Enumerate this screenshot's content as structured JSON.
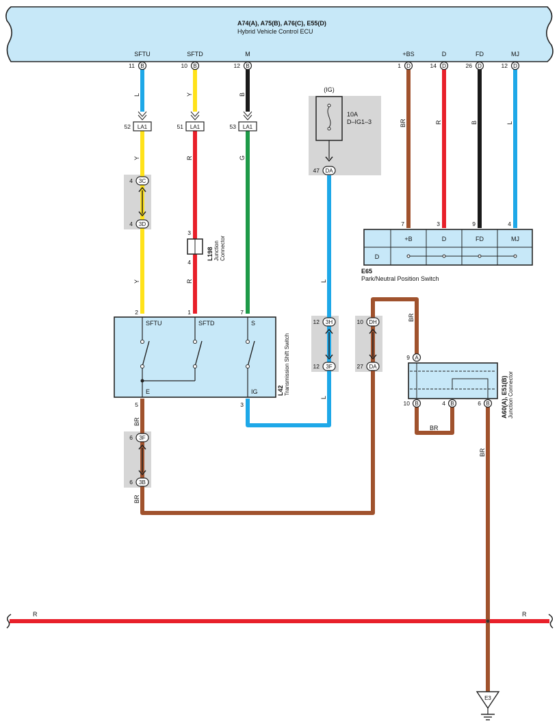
{
  "ecu": {
    "title": "A74(A), A75(B), A76(C), E55(D)",
    "subtitle": "Hybrid Vehicle Control ECU",
    "pins": [
      {
        "name": "SFTU",
        "num": "11",
        "code": "B"
      },
      {
        "name": "SFTD",
        "num": "10",
        "code": "B"
      },
      {
        "name": "M",
        "num": "12",
        "code": "B"
      },
      {
        "name": "+BS",
        "num": "1",
        "code": "D"
      },
      {
        "name": "D",
        "num": "14",
        "code": "D"
      },
      {
        "name": "FD",
        "num": "26",
        "code": "D"
      },
      {
        "name": "MJ",
        "num": "12",
        "code": "D"
      }
    ]
  },
  "wire_labels": {
    "sftu_top": "L",
    "sftd_top": "Y",
    "m_top": "B",
    "bs": "BR",
    "d": "R",
    "fd": "B",
    "mj": "L",
    "sftu_mid": "Y",
    "sftd_mid": "R",
    "m_mid": "G",
    "sftu_low": "Y",
    "sftd_low": "R",
    "ig_l1": "L",
    "ig_l2": "L",
    "e_top": "BR",
    "e_bot": "BR",
    "dh_br": "BR",
    "bridge_br": "BR",
    "b6_br": "BR",
    "bus_left": "R",
    "bus_right": "R"
  },
  "la1": {
    "label": "LA1",
    "pins": [
      "52",
      "51",
      "53"
    ]
  },
  "conn_3c_3d": {
    "pin_top": "4",
    "code_top": "3C",
    "pin_bot": "4",
    "code_bot": "3D"
  },
  "conn_3f_3b": {
    "pin_top": "6",
    "code_top": "3F",
    "pin_bot": "6",
    "code_bot": "3B"
  },
  "conn_3h_3f": {
    "pin_top": "12",
    "code_top": "3H",
    "pin_bot": "12",
    "code_bot": "3F"
  },
  "conn_dh_da": {
    "pin_top": "10",
    "code_top": "DH",
    "pin_bot": "27",
    "code_bot": "DA"
  },
  "fuse": {
    "source": "(IG)",
    "rating": "10A",
    "name": "D–IG1–3",
    "pin": "47",
    "code": "DA"
  },
  "l198": {
    "id": "L198",
    "name": "Junction Connector",
    "pin_top": "3",
    "pin_bot": "4"
  },
  "l42": {
    "id": "L42",
    "name": "Transmission Shift Switch",
    "top_terms": [
      "SFTU",
      "SFTD",
      "S"
    ],
    "top_pins": [
      "2",
      "1",
      "7"
    ],
    "bot_terms": [
      "E",
      "IG"
    ],
    "bot_pins": [
      "5",
      "3"
    ]
  },
  "e65": {
    "id": "E65",
    "name": "Park/Neutral Position Switch",
    "pins": [
      "7",
      "3",
      "9",
      "4"
    ],
    "headers": [
      "+B",
      "D",
      "FD",
      "MJ"
    ],
    "row_label": "D"
  },
  "a60": {
    "id": "A60(A), E51(B)",
    "name": "Junction Connector",
    "pin_a": "9",
    "code_a": "A",
    "bot_pins": [
      "10",
      "4",
      "6"
    ],
    "bot_codes": [
      "B",
      "B",
      "B"
    ]
  },
  "ground": {
    "label": "E3"
  },
  "colors": {
    "blue": "#1ea8e8",
    "yellow": "#ffe21a",
    "red": "#e8202a",
    "black": "#1a1a1a",
    "green": "#1e9a48",
    "brown": "#a0522d",
    "box_fill": "#c7e8f8",
    "grey": "#d6d6d6"
  }
}
